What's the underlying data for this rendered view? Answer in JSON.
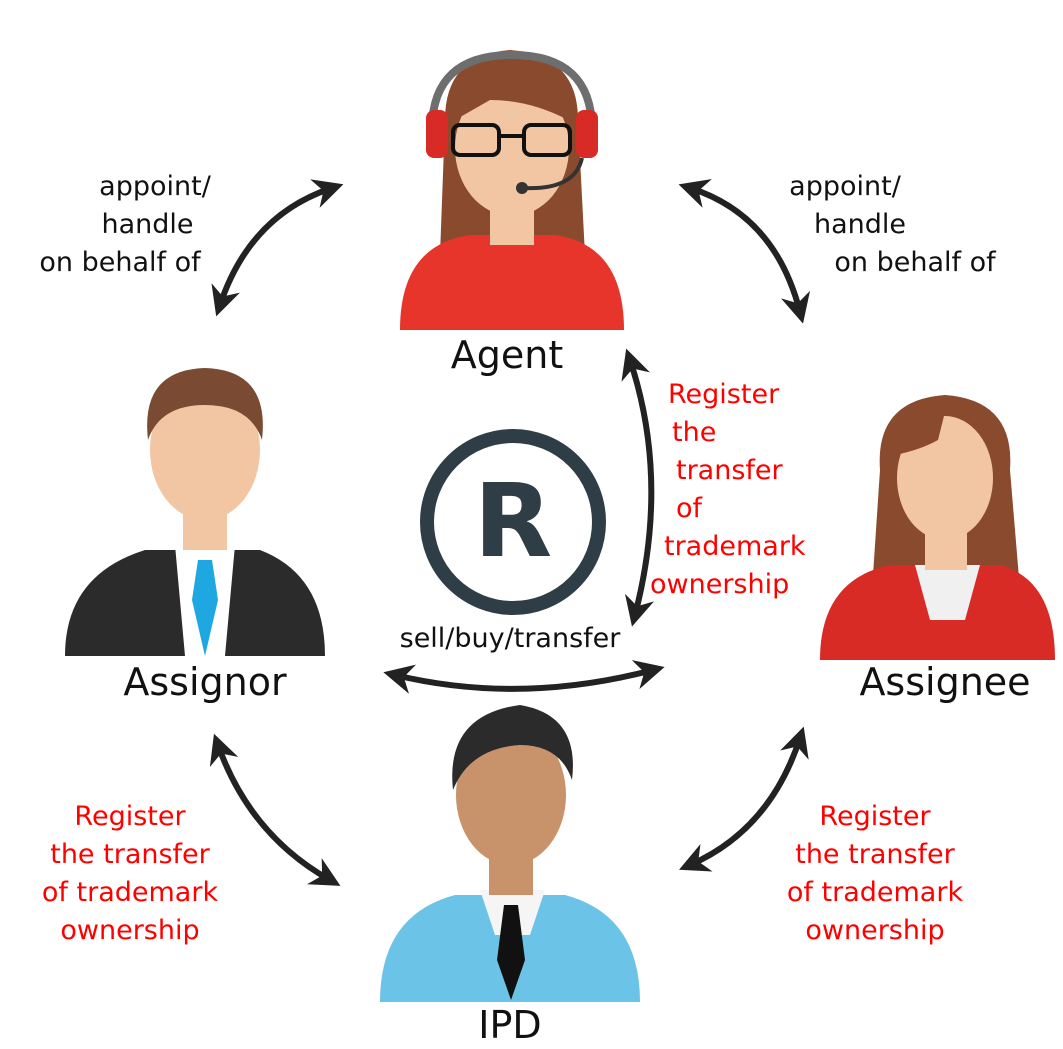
{
  "nodes": {
    "agent": "Agent",
    "assignor": "Assignor",
    "assignee": "Assignee",
    "ipd": "IPD"
  },
  "center_symbol": "R",
  "labels": {
    "appoint_left": [
      "appoint/",
      "handle",
      "on behalf of"
    ],
    "appoint_right": [
      "appoint/",
      "handle",
      "on behalf of"
    ],
    "agent_assignee": [
      "Register",
      "the",
      "transfer",
      "of",
      "trademark",
      "ownership"
    ],
    "assignor_assignee": "sell/buy/transfer",
    "assignor_ipd": [
      "Register",
      "the transfer",
      "of trademark",
      "ownership"
    ],
    "assignee_ipd": [
      "Register",
      "the transfer",
      "of trademark",
      "ownership"
    ]
  },
  "colors": {
    "text": "#111111",
    "red_text": "#ff0000",
    "arrow": "#222222",
    "agent_shirt": "#e8352b",
    "assignor_suit": "#2b2b2b",
    "assignor_tie": "#1ea7e0",
    "assignee_jacket": "#e8352b",
    "ipd_shirt": "#6cc3e8",
    "skin": "#f2c6a3",
    "hair_brown": "#8a4a2e",
    "registered_mark": "#2f3e46"
  }
}
